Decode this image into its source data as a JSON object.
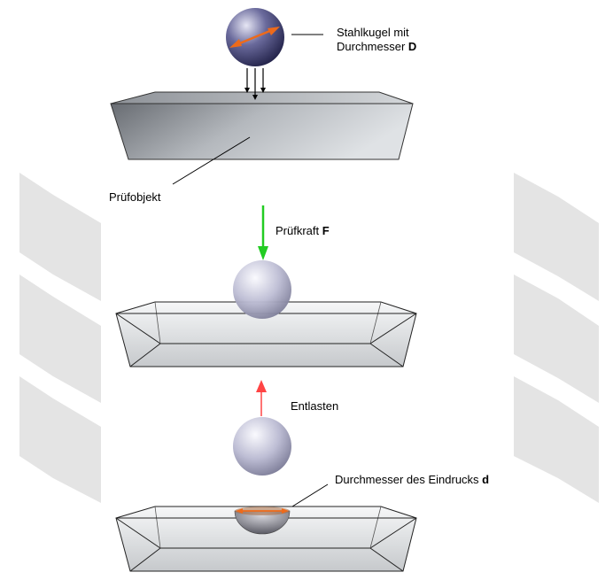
{
  "labels": {
    "ball_line1": "Stahlkugel mit",
    "ball_line2": "Durchmesser ",
    "ball_symbol": "D",
    "object": "Prüfobjekt",
    "force": "Prüfkraft ",
    "force_symbol": "F",
    "unload": "Entlasten",
    "indent": "Durchmesser des Eindrucks ",
    "indent_symbol": "d"
  },
  "colors": {
    "force_arrow": "#22cc22",
    "unload_arrow": "#ff4444",
    "diameter_arrow": "#ee6a1a",
    "chevron": "#e4e4e4"
  }
}
